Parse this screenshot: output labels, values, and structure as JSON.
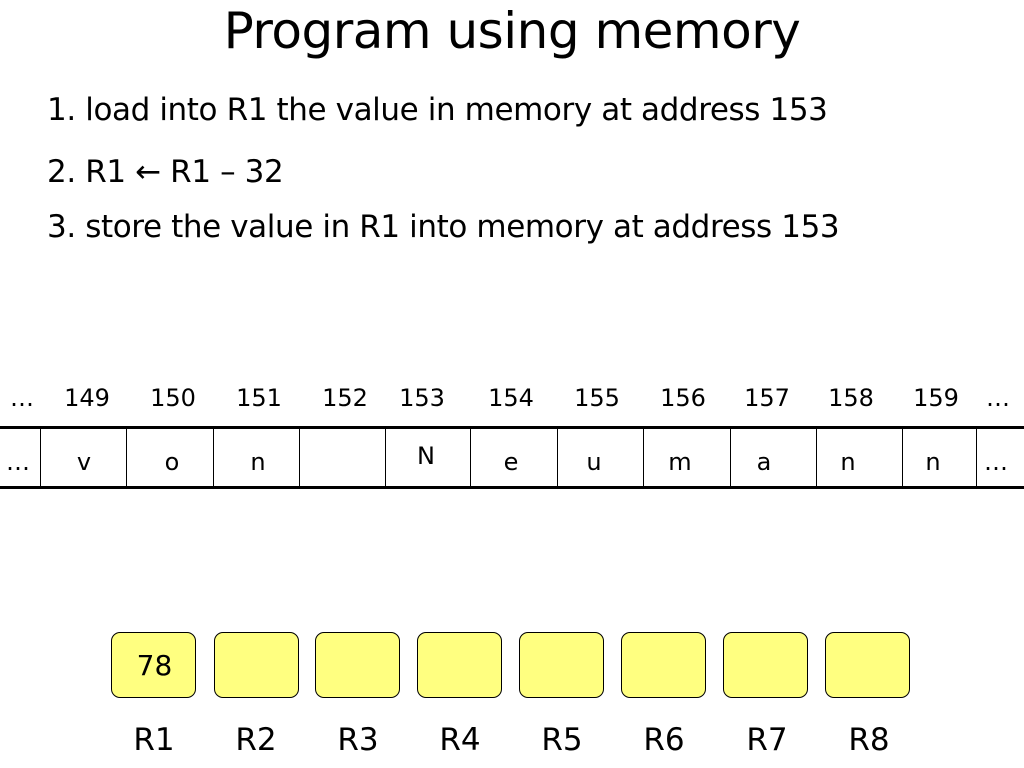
{
  "title": "Program using memory",
  "steps": [
    "1. load into R1 the value in memory at address 153",
    "2. R1 ← R1 – 32",
    "3. store the value in R1 into memory at address 153"
  ],
  "memory": {
    "addresses": [
      "…",
      "149",
      "150",
      "151",
      "152",
      "153",
      "154",
      "155",
      "156",
      "157",
      "158",
      "159",
      "…"
    ],
    "cells": [
      "…",
      "v",
      "o",
      "n",
      "",
      "N",
      "e",
      "u",
      "m",
      "a",
      "n",
      "n",
      "…"
    ]
  },
  "registers": [
    {
      "label": "R1",
      "value": "78"
    },
    {
      "label": "R2",
      "value": ""
    },
    {
      "label": "R3",
      "value": ""
    },
    {
      "label": "R4",
      "value": ""
    },
    {
      "label": "R5",
      "value": ""
    },
    {
      "label": "R6",
      "value": ""
    },
    {
      "label": "R7",
      "value": ""
    },
    {
      "label": "R8",
      "value": ""
    }
  ],
  "colors": {
    "register_fill": "#ffff80",
    "border": "#000000"
  }
}
